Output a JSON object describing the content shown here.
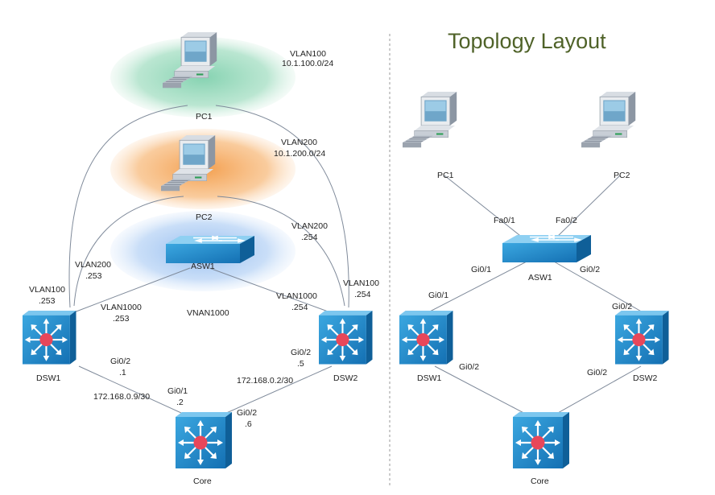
{
  "title": "Topology Layout",
  "left": {
    "pc1_label": "PC1",
    "pc2_label": "PC2",
    "asw1_label": "ASW1",
    "dsw1_label": "DSW1",
    "dsw2_label": "DSW2",
    "core_label": "Core",
    "vlan100_name": "VLAN100",
    "vlan100_net": "10.1.100.0/24",
    "vlan200_name": "VLAN200",
    "vlan200_net": "10.1.200.0/24",
    "asw_vlan200_name": "VLAN200",
    "asw_vlan200_ip": ".254",
    "dsw1_vlan200_name": "VLAN200",
    "dsw1_vlan200_ip": ".253",
    "dsw1_vlan100_name": "VLAN100",
    "dsw1_vlan100_ip": ".253",
    "dsw1_vlan1000_name": "VLAN1000",
    "dsw1_vlan1000_ip": ".253",
    "vnan1000": "VNAN1000",
    "dsw2_vlan1000_name": "VLAN1000",
    "dsw2_vlan1000_ip": ".254",
    "dsw2_vlan100_name": "VLAN100",
    "dsw2_vlan100_ip": ".254",
    "dsw1_gi02": "Gi0/2",
    "dsw1_gi02_ip": ".1",
    "net_dsw1_core": "172.168.0.9/30",
    "core_gi01": "Gi0/1",
    "core_gi01_ip": ".2",
    "dsw2_gi02": "Gi0/2",
    "dsw2_gi02_ip": ".5",
    "net_dsw2_core": "172.168.0.2/30",
    "core_gi02": "Gi0/2",
    "core_gi02_ip": ".6"
  },
  "right": {
    "pc1_label": "PC1",
    "pc2_label": "PC2",
    "asw1_label": "ASW1",
    "dsw1_label": "DSW1",
    "dsw2_label": "DSW2",
    "core_label": "Core",
    "asw_fa01": "Fa0/1",
    "asw_fa02": "Fa0/2",
    "asw_gi01": "Gi0/1",
    "asw_gi02": "Gi0/2",
    "dsw1_gi01": "Gi0/1",
    "dsw2_gi02_top": "Gi0/2",
    "dsw1_gi02": "Gi0/2",
    "dsw2_gi02": "Gi0/2"
  },
  "colors": {
    "vlan100_zone": "#8fd4b4",
    "vlan200_zone": "#f5a55a",
    "vlan1000_zone": "#a9c9f2",
    "device_blue": "#1f86c8",
    "title_color": "#4f6228"
  }
}
